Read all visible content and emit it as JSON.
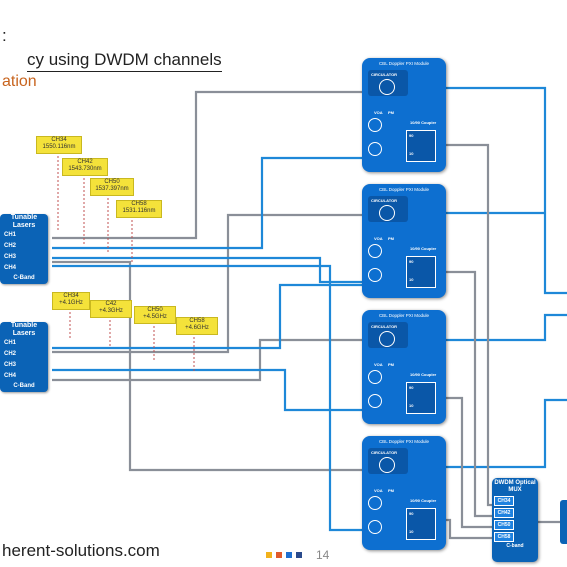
{
  "header": {
    "title_line1": ":",
    "title_line2": "cy using DWDM channels",
    "subtitle": "ation"
  },
  "lasers": [
    {
      "title": "Tunable Lasers",
      "channels": [
        "CH1",
        "CH2",
        "CH3",
        "CH4"
      ],
      "band": "C-Band"
    },
    {
      "title": "Tunable Lasers",
      "channels": [
        "CH1",
        "CH2",
        "CH3",
        "CH4"
      ],
      "band": "C-Band"
    }
  ],
  "wavelength_tags": [
    {
      "ch": "CH34",
      "value": "1550.116nm"
    },
    {
      "ch": "CH42",
      "value": "1543.730nm"
    },
    {
      "ch": "CH50",
      "value": "1537.397nm"
    },
    {
      "ch": "CH58",
      "value": "1531.116nm"
    }
  ],
  "offset_tags": [
    {
      "ch": "CH34",
      "value": "+4.1GHz"
    },
    {
      "ch": "C42",
      "value": "+4.3GHz"
    },
    {
      "ch": "CH50",
      "value": "+4.5GHz"
    },
    {
      "ch": "CH58",
      "value": "+4.6GHz"
    }
  ],
  "modules": [
    {
      "title": "CBL Doppler PXI Module",
      "circulator": "CIRCULATOR",
      "voa": "VOA",
      "pm": "PM",
      "coupler": "10/90 Coupler",
      "port90": "90",
      "port10": "10"
    },
    {
      "title": "CBL Doppler PXI Module",
      "circulator": "CIRCULATOR",
      "voa": "VOA",
      "pm": "PM",
      "coupler": "10/90 Coupler",
      "port90": "90",
      "port10": "10"
    },
    {
      "title": "CBL Doppler PXI Module",
      "circulator": "CIRCULATOR",
      "voa": "VOA",
      "pm": "PM",
      "coupler": "10/90 Coupler",
      "port90": "90",
      "port10": "10"
    },
    {
      "title": "CBL Doppler PXI Module",
      "circulator": "CIRCULATOR",
      "voa": "VOA",
      "pm": "PM",
      "coupler": "10/90 Coupler",
      "port90": "90",
      "port10": "10"
    }
  ],
  "mux": {
    "title": "DWDM Optical MUX",
    "channels": [
      "CH34",
      "CH42",
      "CH50",
      "CH58"
    ],
    "band": "C-band"
  },
  "footer": {
    "website": "herent-solutions.com",
    "page": "14"
  },
  "colors": {
    "brand_blue": "#0d6fd0",
    "fiber_blue": "#1e88d8",
    "fiber_gray": "#8a8f98",
    "tag_yellow": "#f4e23a",
    "accent_orange": "#c8641e",
    "footer_squares": [
      "#f2b21c",
      "#e05a2b",
      "#1e6fd0",
      "#2a4a8c"
    ]
  }
}
